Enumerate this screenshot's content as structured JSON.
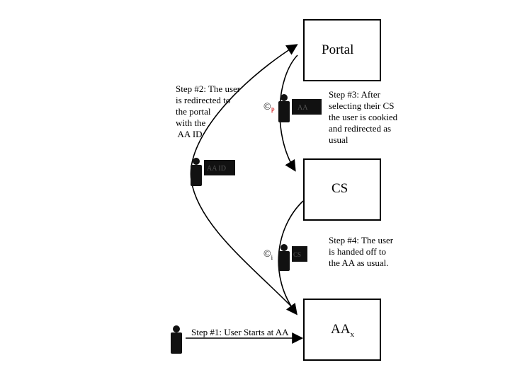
{
  "boxes": {
    "portal": "Portal",
    "cs": "CS",
    "aa": "AA",
    "aa_sub": "x"
  },
  "steps": {
    "step1": "Step #1: User Starts at AA",
    "step2": "Step #2: The user\nis redirected to\nthe portal\nwith the\n AA ID",
    "step3": "Step #3: After\nselecting their CS\nthe user is cookied\nand redirected as\nusual",
    "step4": "Step #4: The user\nis handed off to\nthe AA as usual."
  },
  "cookies": {
    "portal_symbol": "©",
    "portal_sub": "P",
    "cs_symbol": "©",
    "cs_sub": "i"
  },
  "figure_labels": {
    "user_aa_card": "AA ID",
    "user_portal_card": "AA",
    "user_cs_card": "CS"
  },
  "icons": [
    "user-figure-icon",
    "id-card-icon",
    "cookie-icon"
  ],
  "colors": {
    "line": "#000000",
    "cookie_sub_portal": "#cc0000",
    "figure": "#111111"
  }
}
